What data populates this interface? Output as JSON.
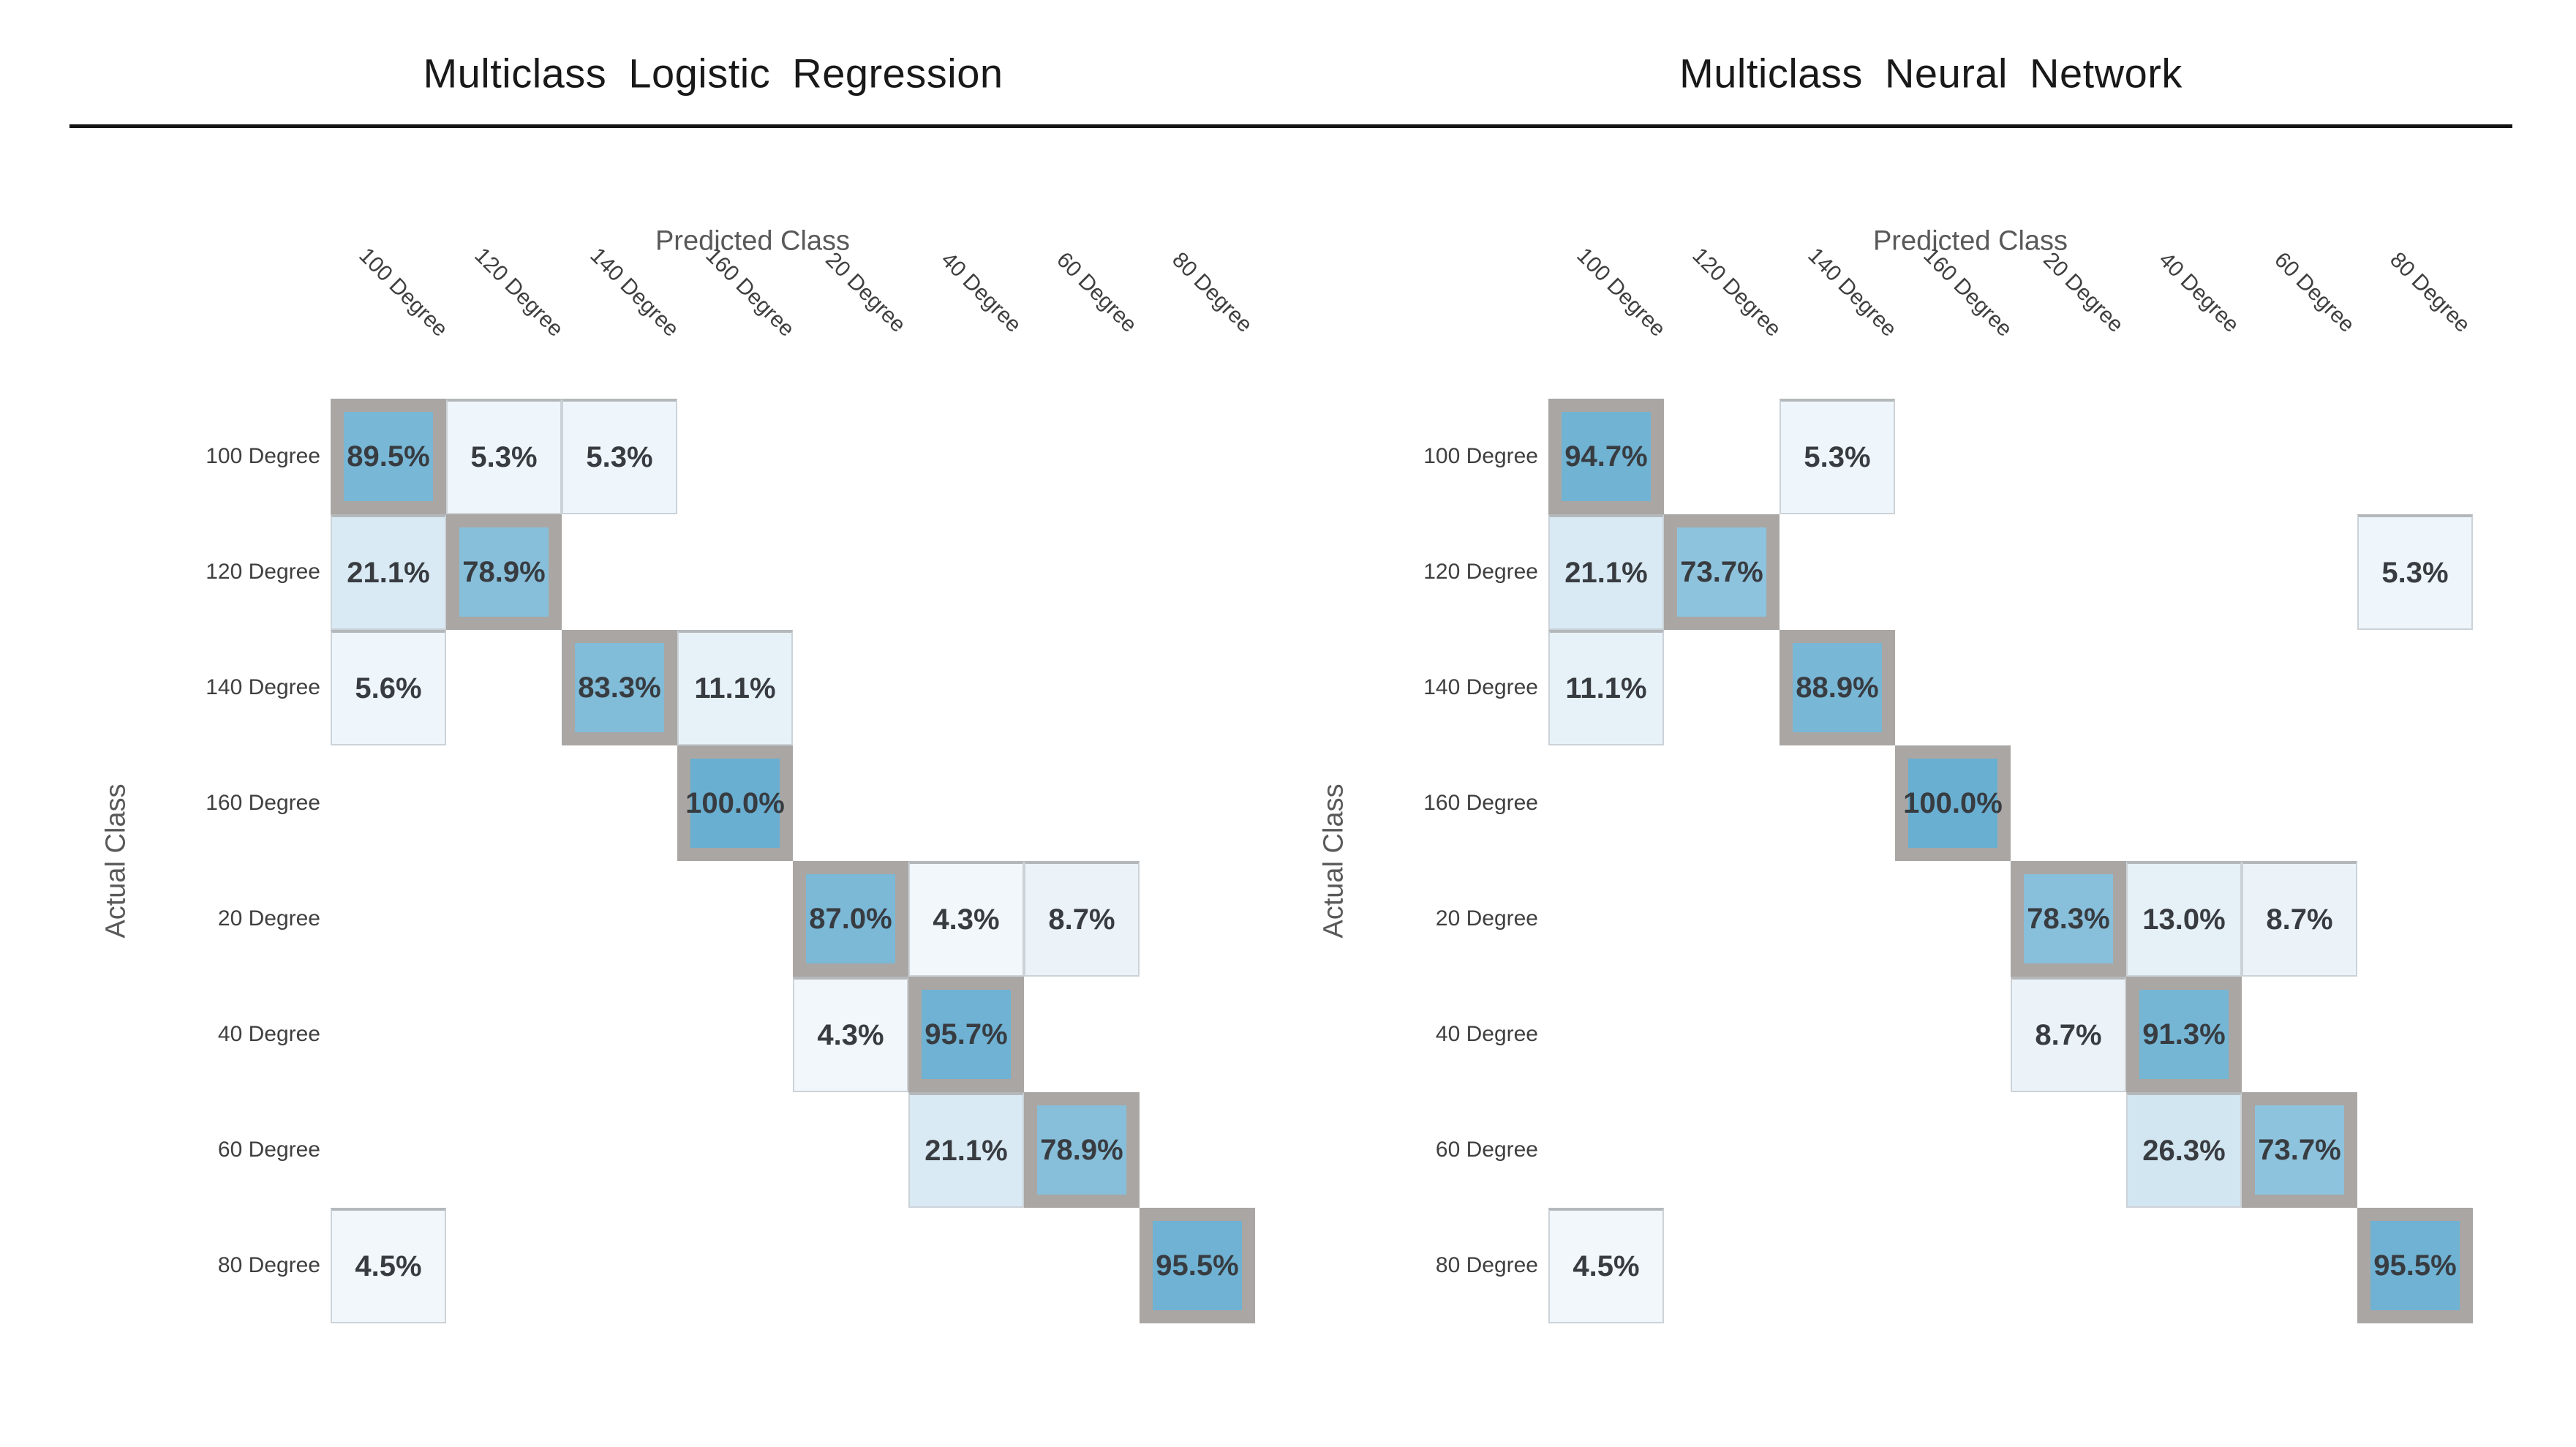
{
  "figure": {
    "left_title": "Multiclass Logistic Regression",
    "right_title": "Multiclass Neural Network"
  },
  "colors": {
    "cell_low": "#f7fafd",
    "cell_high": "#69afd1",
    "diagonal_border": "#a9a6a3",
    "cell_border": "#ccd3d8",
    "cell_text": "#383c41",
    "axis_text": "#595959",
    "tick_text": "#3f3f3f",
    "title_text": "#191919",
    "divider": "#141414"
  },
  "classes": [
    "100 Degree",
    "120 Degree",
    "140 Degree",
    "160 Degree",
    "20 Degree",
    "40 Degree",
    "60 Degree",
    "80 Degree"
  ],
  "panels": [
    {
      "title": "Multiclass Logistic Regression",
      "x_axis_label": "Predicted Class",
      "y_axis_label": "Actual Class",
      "cells": [
        {
          "r": 0,
          "c": 0,
          "v": 89.5,
          "label": "89.5%"
        },
        {
          "r": 0,
          "c": 1,
          "v": 5.3,
          "label": "5.3%"
        },
        {
          "r": 0,
          "c": 2,
          "v": 5.3,
          "label": "5.3%"
        },
        {
          "r": 1,
          "c": 0,
          "v": 21.1,
          "label": "21.1%"
        },
        {
          "r": 1,
          "c": 1,
          "v": 78.9,
          "label": "78.9%"
        },
        {
          "r": 2,
          "c": 0,
          "v": 5.6,
          "label": "5.6%"
        },
        {
          "r": 2,
          "c": 2,
          "v": 83.3,
          "label": "83.3%"
        },
        {
          "r": 2,
          "c": 3,
          "v": 11.1,
          "label": "11.1%"
        },
        {
          "r": 3,
          "c": 3,
          "v": 100.0,
          "label": "100.0%"
        },
        {
          "r": 4,
          "c": 4,
          "v": 87.0,
          "label": "87.0%"
        },
        {
          "r": 4,
          "c": 5,
          "v": 4.3,
          "label": "4.3%"
        },
        {
          "r": 4,
          "c": 6,
          "v": 8.7,
          "label": "8.7%"
        },
        {
          "r": 5,
          "c": 4,
          "v": 4.3,
          "label": "4.3%"
        },
        {
          "r": 5,
          "c": 5,
          "v": 95.7,
          "label": "95.7%"
        },
        {
          "r": 6,
          "c": 5,
          "v": 21.1,
          "label": "21.1%"
        },
        {
          "r": 6,
          "c": 6,
          "v": 78.9,
          "label": "78.9%"
        },
        {
          "r": 7,
          "c": 0,
          "v": 4.5,
          "label": "4.5%"
        },
        {
          "r": 7,
          "c": 7,
          "v": 95.5,
          "label": "95.5%"
        }
      ]
    },
    {
      "title": "Multiclass Neural Network",
      "x_axis_label": "Predicted Class",
      "y_axis_label": "Actual Class",
      "cells": [
        {
          "r": 0,
          "c": 0,
          "v": 94.7,
          "label": "94.7%"
        },
        {
          "r": 0,
          "c": 2,
          "v": 5.3,
          "label": "5.3%"
        },
        {
          "r": 1,
          "c": 0,
          "v": 21.1,
          "label": "21.1%"
        },
        {
          "r": 1,
          "c": 1,
          "v": 73.7,
          "label": "73.7%"
        },
        {
          "r": 1,
          "c": 7,
          "v": 5.3,
          "label": "5.3%"
        },
        {
          "r": 2,
          "c": 0,
          "v": 11.1,
          "label": "11.1%"
        },
        {
          "r": 2,
          "c": 2,
          "v": 88.9,
          "label": "88.9%"
        },
        {
          "r": 3,
          "c": 3,
          "v": 100.0,
          "label": "100.0%"
        },
        {
          "r": 4,
          "c": 4,
          "v": 78.3,
          "label": "78.3%"
        },
        {
          "r": 4,
          "c": 5,
          "v": 13.0,
          "label": "13.0%"
        },
        {
          "r": 4,
          "c": 6,
          "v": 8.7,
          "label": "8.7%"
        },
        {
          "r": 5,
          "c": 4,
          "v": 8.7,
          "label": "8.7%"
        },
        {
          "r": 5,
          "c": 5,
          "v": 91.3,
          "label": "91.3%"
        },
        {
          "r": 6,
          "c": 5,
          "v": 26.3,
          "label": "26.3%"
        },
        {
          "r": 6,
          "c": 6,
          "v": 73.7,
          "label": "73.7%"
        },
        {
          "r": 7,
          "c": 0,
          "v": 4.5,
          "label": "4.5%"
        },
        {
          "r": 7,
          "c": 7,
          "v": 95.5,
          "label": "95.5%"
        }
      ]
    }
  ],
  "chart_data": [
    {
      "type": "heatmap",
      "title": "Multiclass Logistic Regression",
      "xlabel": "Predicted Class",
      "ylabel": "Actual Class",
      "x_categories": [
        "100 Degree",
        "120 Degree",
        "140 Degree",
        "160 Degree",
        "20 Degree",
        "40 Degree",
        "60 Degree",
        "80 Degree"
      ],
      "y_categories": [
        "100 Degree",
        "120 Degree",
        "140 Degree",
        "160 Degree",
        "20 Degree",
        "40 Degree",
        "60 Degree",
        "80 Degree"
      ],
      "values_unit": "percent",
      "matrix": [
        [
          89.5,
          5.3,
          5.3,
          null,
          null,
          null,
          null,
          null
        ],
        [
          21.1,
          78.9,
          null,
          null,
          null,
          null,
          null,
          null
        ],
        [
          5.6,
          null,
          83.3,
          11.1,
          null,
          null,
          null,
          null
        ],
        [
          null,
          null,
          null,
          100.0,
          null,
          null,
          null,
          null
        ],
        [
          null,
          null,
          null,
          null,
          87.0,
          4.3,
          8.7,
          null
        ],
        [
          null,
          null,
          null,
          null,
          4.3,
          95.7,
          null,
          null
        ],
        [
          null,
          null,
          null,
          null,
          null,
          21.1,
          78.9,
          null
        ],
        [
          4.5,
          null,
          null,
          null,
          null,
          null,
          null,
          95.5
        ]
      ],
      "diagonal_highlighted": true,
      "color_low": "#f7fafd",
      "color_high": "#69afd1",
      "grid": false,
      "legend": false
    },
    {
      "type": "heatmap",
      "title": "Multiclass Neural Network",
      "xlabel": "Predicted Class",
      "ylabel": "Actual Class",
      "x_categories": [
        "100 Degree",
        "120 Degree",
        "140 Degree",
        "160 Degree",
        "20 Degree",
        "40 Degree",
        "60 Degree",
        "80 Degree"
      ],
      "y_categories": [
        "100 Degree",
        "120 Degree",
        "140 Degree",
        "160 Degree",
        "20 Degree",
        "40 Degree",
        "60 Degree",
        "80 Degree"
      ],
      "values_unit": "percent",
      "matrix": [
        [
          94.7,
          null,
          5.3,
          null,
          null,
          null,
          null,
          null
        ],
        [
          21.1,
          73.7,
          null,
          null,
          null,
          null,
          null,
          5.3
        ],
        [
          11.1,
          null,
          88.9,
          null,
          null,
          null,
          null,
          null
        ],
        [
          null,
          null,
          null,
          100.0,
          null,
          null,
          null,
          null
        ],
        [
          null,
          null,
          null,
          null,
          78.3,
          13.0,
          8.7,
          null
        ],
        [
          null,
          null,
          null,
          null,
          8.7,
          91.3,
          null,
          null
        ],
        [
          null,
          null,
          null,
          null,
          null,
          26.3,
          73.7,
          null
        ],
        [
          4.5,
          null,
          null,
          null,
          null,
          null,
          null,
          95.5
        ]
      ],
      "diagonal_highlighted": true,
      "color_low": "#f7fafd",
      "color_high": "#69afd1",
      "grid": false,
      "legend": false
    }
  ]
}
